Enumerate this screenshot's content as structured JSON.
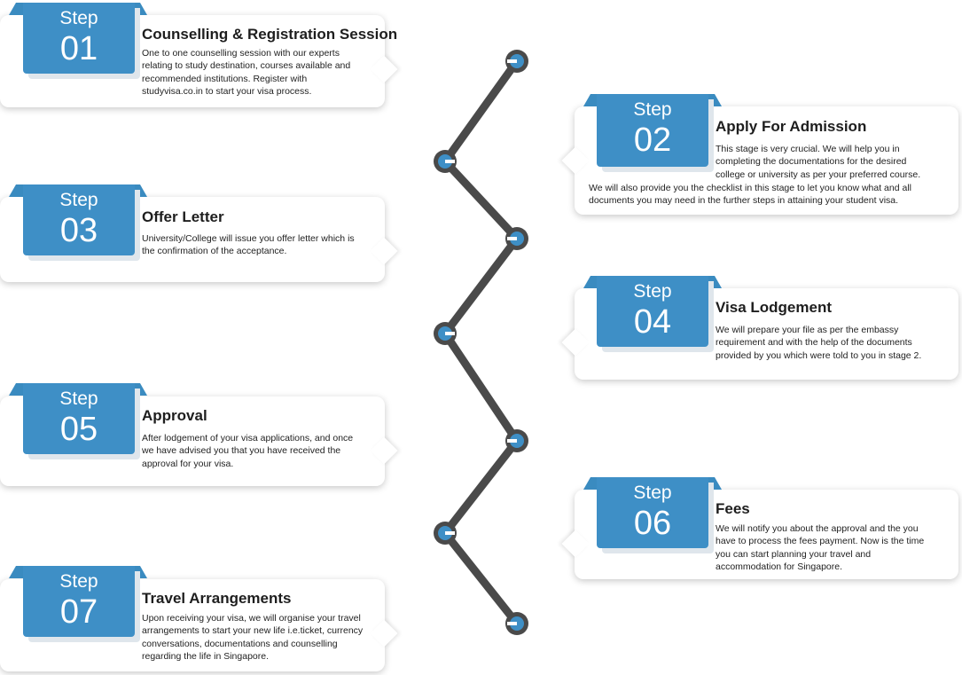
{
  "colors": {
    "badge": "#3e8fc6",
    "badge_top": "#3a8bc0",
    "badge_shadow": "#dfe6ec",
    "zigzag_line": "#4a4a4a",
    "node_fill": "#3e8fc6",
    "node_ring": "#4a4a4a"
  },
  "steps": [
    {
      "step_label": "Step",
      "number": "01",
      "title": "Counselling & Registration Session",
      "description": [
        "One to one counselling session with our experts",
        "relating to study destination, courses available and",
        "recommended institutions. Register with",
        "studyvisa.co.in to start your visa process."
      ]
    },
    {
      "step_label": "Step",
      "number": "02",
      "title": "Apply For Admission",
      "description": [
        "This stage is very crucial. We will help you in",
        "completing the documentations for the desired",
        "college or university as per your preferred course.",
        "We will also provide you the checklist in this stage to let you know what and all",
        "documents you may need in the further steps in attaining your student visa."
      ]
    },
    {
      "step_label": "Step",
      "number": "03",
      "title": "Offer Letter",
      "description": [
        "University/College will issue you offer letter which is",
        "the confirmation of the acceptance."
      ]
    },
    {
      "step_label": "Step",
      "number": "04",
      "title": "Visa Lodgement",
      "description": [
        "We will prepare your file as per the embassy",
        "requirement and with the help of the documents",
        "provided by you which were told to you in stage 2."
      ]
    },
    {
      "step_label": "Step",
      "number": "05",
      "title": "Approval",
      "description": [
        "After lodgement of your visa applications, and once",
        "we have advised you that you have received the",
        "approval for your visa."
      ]
    },
    {
      "step_label": "Step",
      "number": "06",
      "title": "Fees",
      "description": [
        "We will notify you about the approval and the you",
        "have to process the fees payment. Now is the time",
        "you can start planning your travel and",
        "accommodation for Singapore."
      ]
    },
    {
      "step_label": "Step",
      "number": "07",
      "title": "Travel Arrangements",
      "description": [
        "Upon receiving your visa, we will organise your travel",
        "arrangements to start your new life i.e.ticket, currency",
        "conversations, documentations and counselling",
        "regarding the life in Singapore."
      ]
    }
  ]
}
